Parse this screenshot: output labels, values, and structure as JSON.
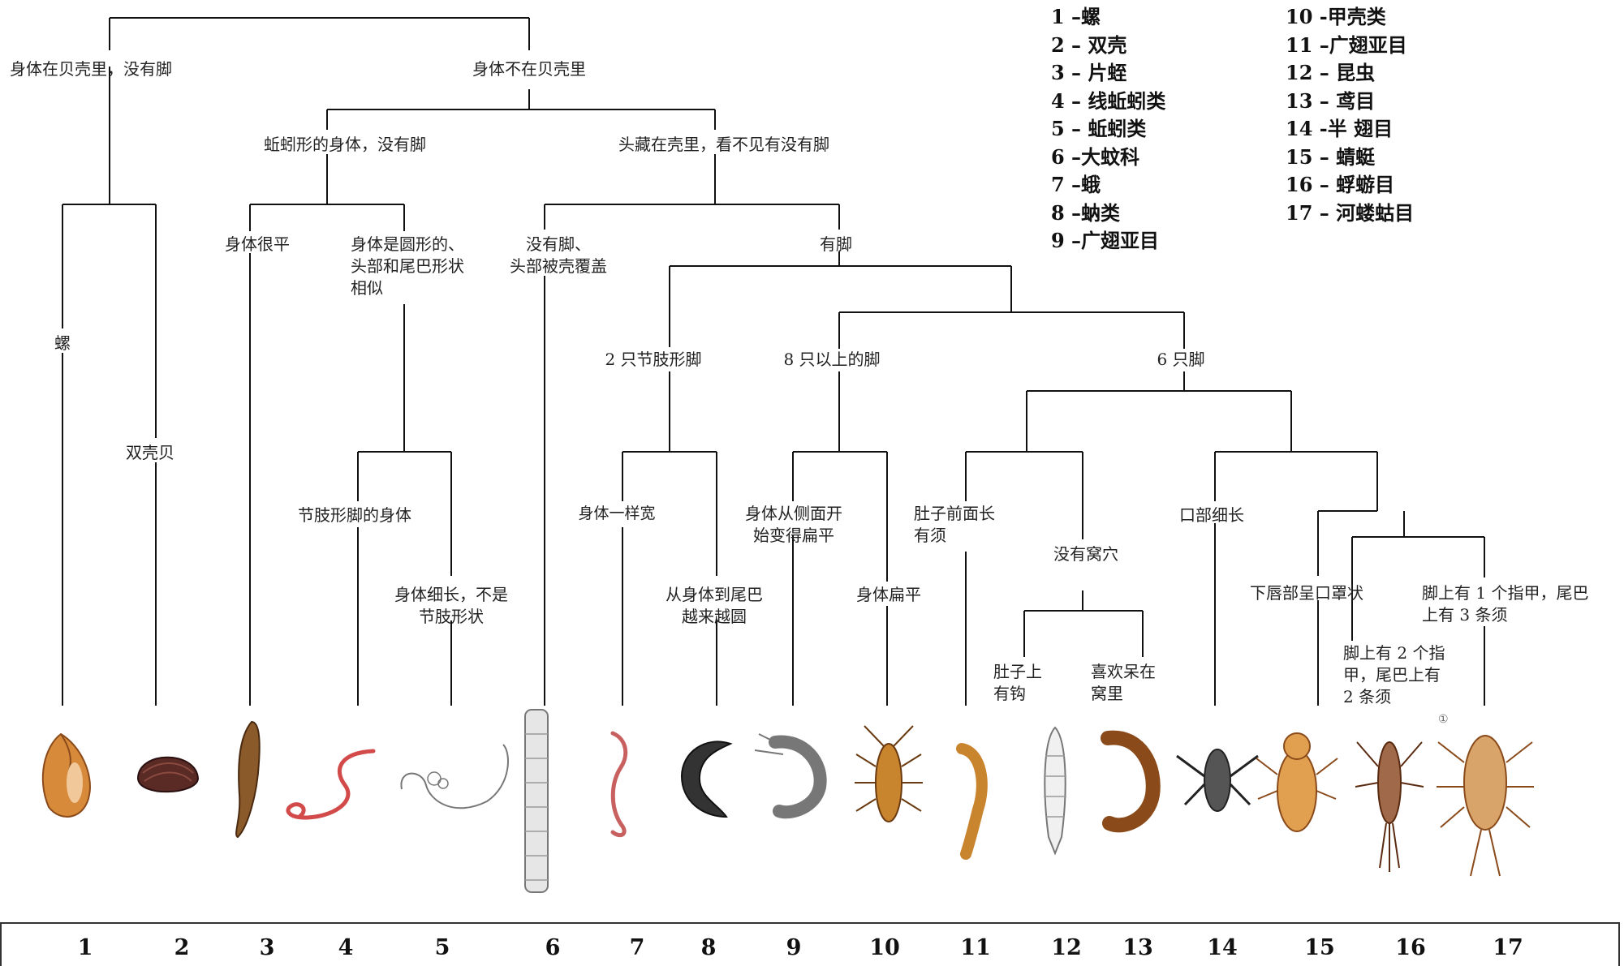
{
  "legend": {
    "col1": [
      "1 –螺",
      "2 – 双壳",
      "3 – 片蛭",
      "4 – 线蚯蚓类",
      "5 – 蚯蚓类",
      "6 –大蚊科",
      "7 –蛾",
      "8 –蚋类",
      "9 –广翅亚目"
    ],
    "col2": [
      "10 -甲壳类",
      "11 –广翅亚目",
      "12 – 昆虫",
      "13 – 鸢目",
      "14 -半 翅目",
      "15 – 蜻蜓",
      "16 – 蜉蝣目",
      "17 – 河蝼蛄目"
    ]
  },
  "labels": {
    "shell_no_legs": "身体在贝壳里，没有脚",
    "not_in_shell": "身体不在贝壳里",
    "worm_no_legs": "蚯蚓形的身体，没有脚",
    "head_hidden": "头藏在壳里，看不见有没有脚",
    "snail": "螺",
    "bivalve": "双壳贝",
    "flat_body": "身体很平",
    "round_body": [
      "身体是圆形的、",
      "头部和尾巴形状",
      "相似"
    ],
    "no_legs_head_covered": [
      "没有脚、",
      "头部被壳覆盖"
    ],
    "has_legs": "有脚",
    "segmented_body": "节肢形脚的身体",
    "slender_body": [
      "身体细长，不是",
      "节肢形状"
    ],
    "two_jointed_legs": "2 只节肢形脚",
    "eight_plus_legs": "8 只以上的脚",
    "six_legs": "6 只脚",
    "uniform_width": "身体一样宽",
    "rounder_to_tail": [
      "从身体到尾巴",
      "越来越圆"
    ],
    "flattened_sides": [
      "身体从侧面开",
      "始变得扁平"
    ],
    "flat_body2": "身体扁平",
    "belly_whiskers": [
      "肚子前面长",
      "有须"
    ],
    "no_burrow": "没有窝穴",
    "belly_hooks": [
      "肚子上",
      "有钩"
    ],
    "likes_burrow": [
      "喜欢呆在",
      "窝里"
    ],
    "long_mouth": "口部细长",
    "lower_lip_mask": "下唇部呈口罩状",
    "two_claws": [
      "脚上有 2 个指",
      "甲，尾巴上有",
      "2 条须"
    ],
    "one_claw": [
      "脚上有 1 个指甲，尾巴",
      "上有 3 条须"
    ],
    "circled_one": "①"
  },
  "numbers": [
    "1",
    "2",
    "3",
    "4",
    "5",
    "6",
    "7",
    "8",
    "9",
    "10",
    "11",
    "12",
    "13",
    "14",
    "15",
    "16",
    "17"
  ],
  "colors": {
    "line": "#111111",
    "snail": "#d68a3a",
    "clam": "#5a2a24",
    "leech": "#8a5a2a",
    "worm": "#d24a4a",
    "pink": "#c96060",
    "insect": "#c9842e",
    "gray": "#777777"
  }
}
